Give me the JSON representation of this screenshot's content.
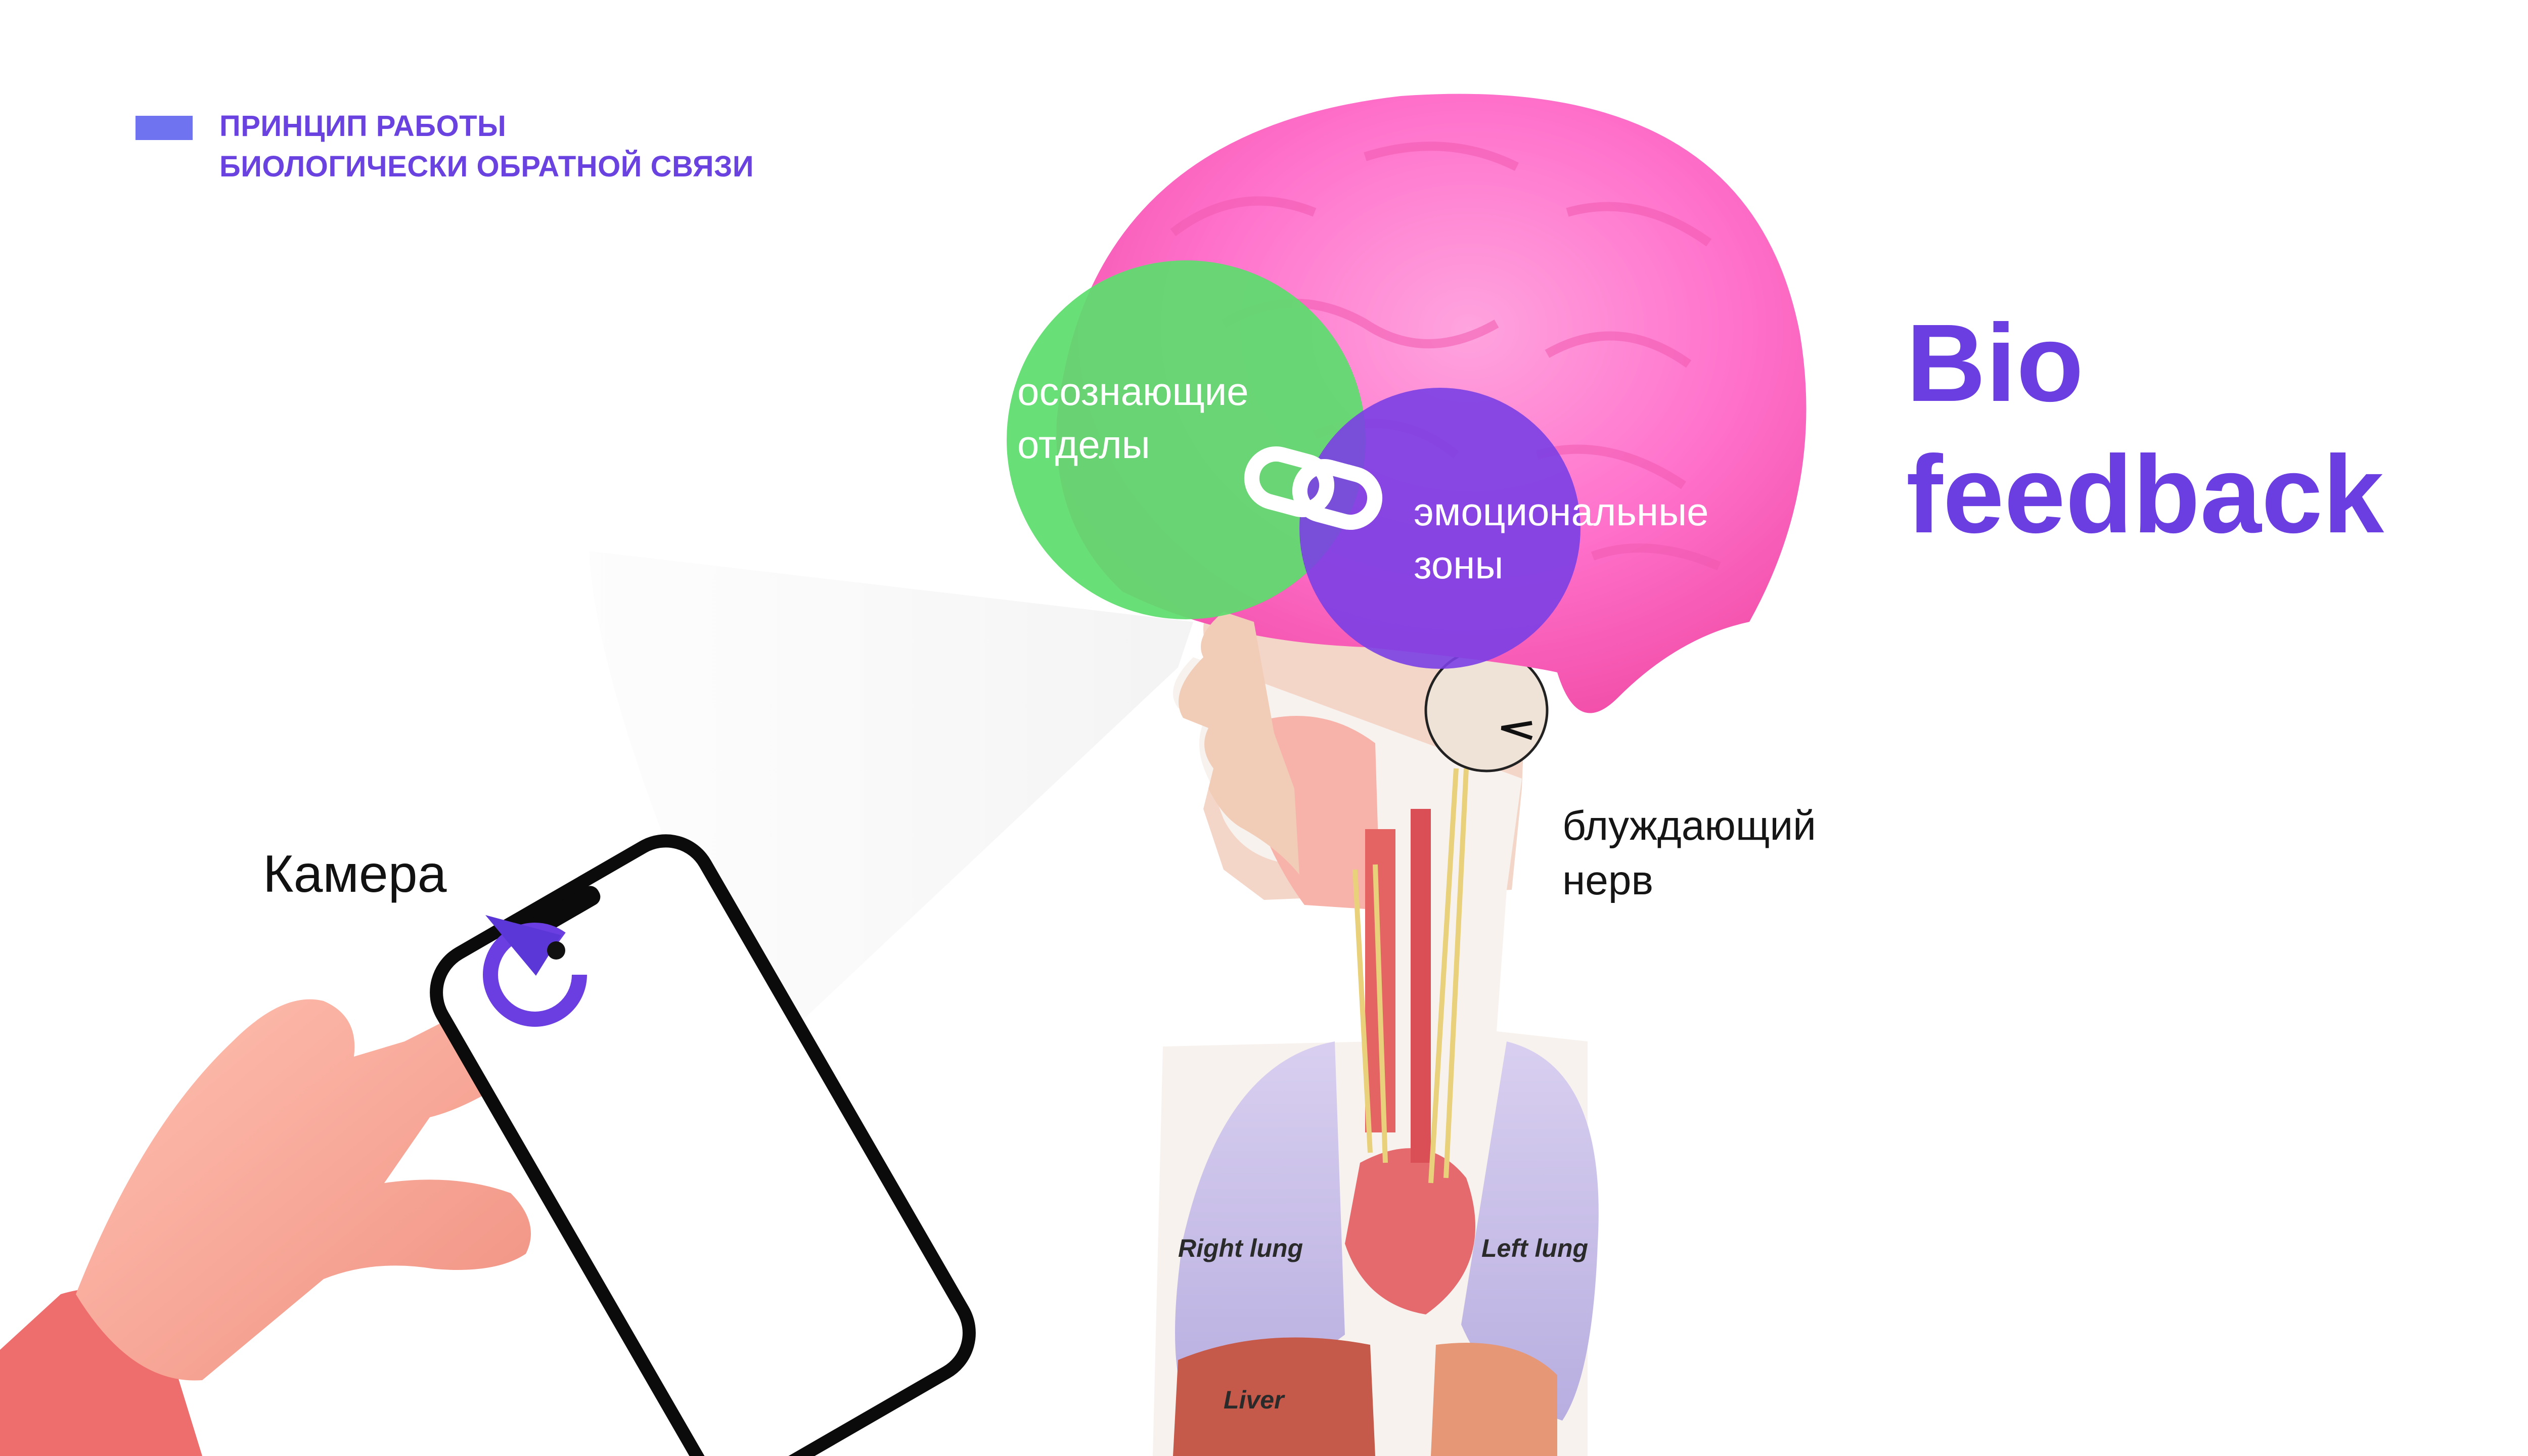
{
  "header": {
    "line_1": "ПРИНЦИП РАБОТЫ",
    "line_2": "БИОЛОГИЧЕСКИ ОБРАТНОЙ СВЯЗИ",
    "accent_color": "#6a42e0"
  },
  "title": {
    "line_1": "Bio",
    "line_2": "feedback",
    "color": "#6a3ee0"
  },
  "venn": {
    "conscious_line_1": "осознающие",
    "conscious_line_2": "отделы",
    "emotional_line_1": "эмоциональные",
    "emotional_line_2": "зоны",
    "conscious_color": "#52de6a",
    "emotional_color": "#7b3fe4"
  },
  "vagus": {
    "line_1": "блуждающий",
    "line_2": "нерв"
  },
  "camera": {
    "label": "Камера"
  },
  "organs": {
    "right_lung": "Right lung",
    "left_lung": "Left lung",
    "liver": "Liver"
  },
  "icons": [
    "brain-icon",
    "link-icon",
    "smartphone-icon",
    "hand-icon",
    "rotate-arrow-icon"
  ],
  "colors": {
    "brain": "#ff6fc3",
    "hand": "#f7a594",
    "sleeve": "#ec6f6f"
  }
}
